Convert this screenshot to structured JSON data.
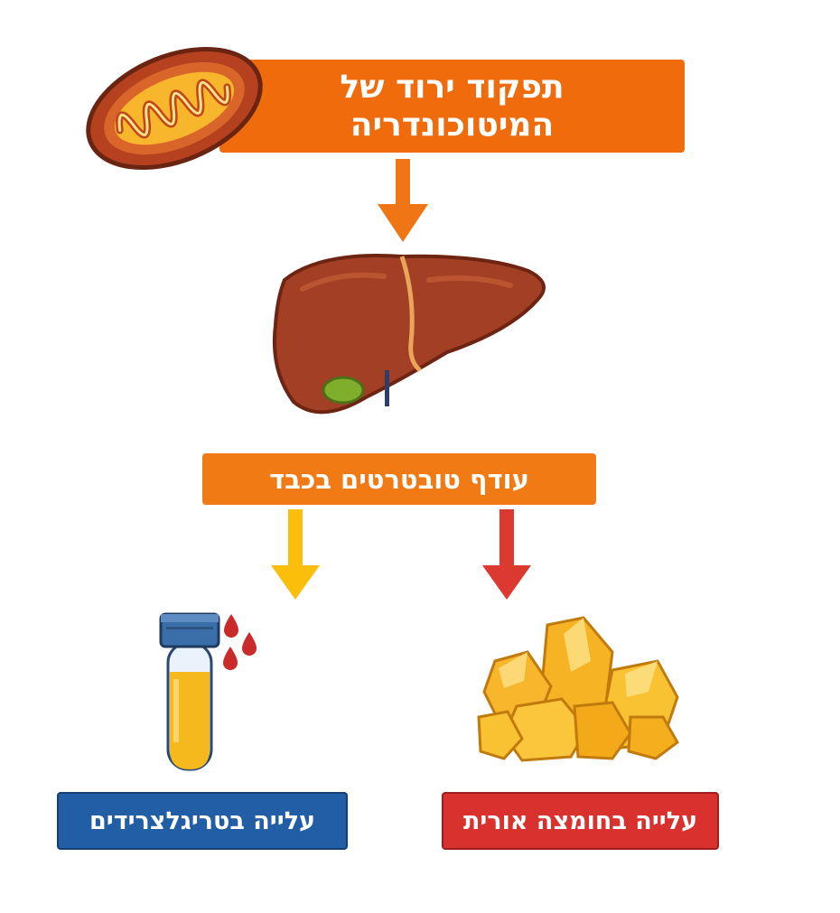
{
  "diagram": {
    "top_box": {
      "line1": "תפקוד ירוד של",
      "line2": "המיטוכונדריה",
      "color": "#ef6b0c"
    },
    "middle_box": {
      "label": "עודף טובטרטים בכבד",
      "color": "#f17a14"
    },
    "left_box": {
      "label": "עלייה בטריגלצרידים",
      "color": "#215ea6"
    },
    "right_box": {
      "label": "עלייה בחומצה אורית",
      "color": "#d9322e"
    },
    "arrows": {
      "top_color": "#f07514",
      "left_color": "#fbbf0b",
      "right_color": "#dc3a30"
    },
    "icons": {
      "mitochondrion": "mitochondrion-icon",
      "liver": "liver-icon",
      "test_tube": "test-tube-icon",
      "blood_drops": "blood-drops-icon",
      "crystals": "crystals-icon"
    }
  }
}
